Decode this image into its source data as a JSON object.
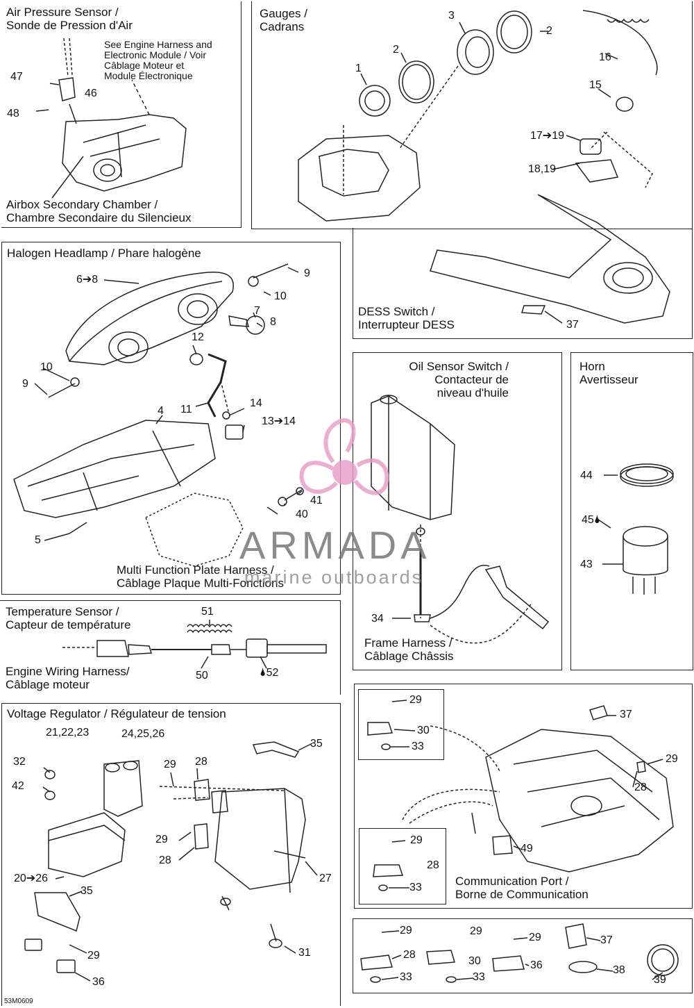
{
  "panels": {
    "air_sensor_title": "Air Pressure Sensor /\nSonde de Pression d'Air",
    "air_sensor_note": "See Engine Harness and\nElectronic Module / Voir\nCâblage Moteur et\nModule Électronique",
    "airbox_label": "Airbox Secondary Chamber /\nChambre Secondaire du Silencieux",
    "gauges_title": "Gauges /\nCadrans",
    "dess_label": "DESS Switch /\nInterrupteur DESS",
    "headlamp_title": "Halogen Headlamp / Phare halogène",
    "multi_function_label": "Multi Function Plate Harness /\nCâblage Plaque Multi-Fonctions",
    "oil_sensor_title": "Oil Sensor Switch /\nContacteur de\nniveau d'huile",
    "frame_harness_label": "Frame Harness /\nCâblage Châssis",
    "horn_title": "Horn\nAvertisseur",
    "temp_sensor_title": "Temperature Sensor /\nCapteur de température",
    "engine_wiring_label": "Engine Wiring Harness/\nCâblage moteur",
    "voltage_regulator_title": "Voltage Regulator / Régulateur de tension",
    "communication_port_label": "Communication Port /\nBorne de Communication"
  },
  "callouts": {
    "air": [
      "47",
      "46",
      "48"
    ],
    "gauges": [
      "3",
      "2",
      "2",
      "1",
      "16",
      "15",
      "17➔19",
      "18,19",
      "37"
    ],
    "headlamp": [
      "6➔8",
      "9",
      "10",
      "7",
      "8",
      "12",
      "10",
      "9",
      "11",
      "4",
      "14",
      "13➔14",
      "41",
      "40",
      "5"
    ],
    "oil": [
      "34"
    ],
    "horn": [
      "44",
      "45",
      "43"
    ],
    "temp": [
      "51",
      "50",
      "52"
    ],
    "voltage": [
      "21,22,23",
      "24,25,26",
      "35",
      "32",
      "42",
      "29",
      "28",
      "29",
      "28",
      "20➔26",
      "35",
      "27",
      "29",
      "36",
      "31"
    ],
    "comm_box1": [
      "29",
      "30",
      "33"
    ],
    "comm": [
      "37",
      "29",
      "28",
      "49"
    ],
    "comm_box2": [
      "29",
      "28",
      "33"
    ],
    "hw": [
      "29",
      "28",
      "33",
      "29",
      "30",
      "33",
      "29",
      "36",
      "37",
      "38",
      "39"
    ]
  },
  "watermark": {
    "brand": "ARMADA",
    "tagline": "marine outboards"
  },
  "drawing_code": "53M0609"
}
